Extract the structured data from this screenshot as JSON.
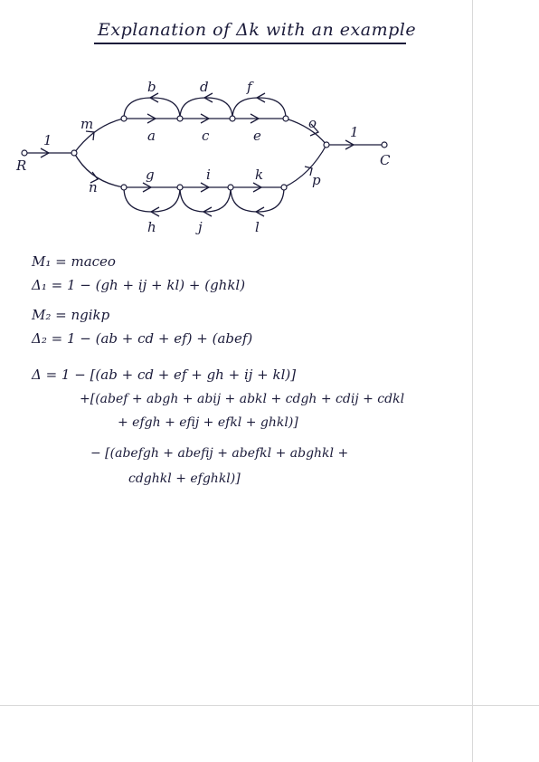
{
  "title": "Explanation of Δk with an example",
  "graph": {
    "nodes": {
      "source": "R",
      "sink": "C"
    },
    "branch_labels": {
      "input_gain": "1",
      "output_gain": "1",
      "m": "m",
      "n": "n",
      "o": "o",
      "p": "p",
      "upper_forward": [
        "a",
        "c",
        "e"
      ],
      "upper_feedback": [
        "b",
        "d",
        "f"
      ],
      "lower_forward": [
        "g",
        "i",
        "k"
      ],
      "lower_feedback": [
        "h",
        "j",
        "l"
      ]
    }
  },
  "equations": {
    "m1": "M₁ = maceo",
    "delta1": "Δ₁ = 1 − (gh + ij + kl) + (ghkl)",
    "m2": "M₂ = ngikp",
    "delta2": "Δ₂ = 1 − (ab + cd + ef) + (abef)",
    "delta_line1": "Δ = 1 − [(ab + cd + ef + gh + ij + kl)]",
    "delta_line2": "+[(abef + abgh + abij + abkl + cdgh + cdij + cdkl",
    "delta_line3": "+ efgh + efij + efkl + ghkl)]",
    "delta_line4": "− [(abefgh + abefij + abefkl + abghkl +",
    "delta_line5": "cdghkl + efghkl)]"
  }
}
